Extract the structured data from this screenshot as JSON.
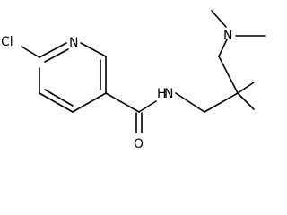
{
  "molecule": {
    "atoms": {
      "cl": "Cl",
      "ring_n": "N",
      "amide_nh": "H",
      "amide_n": "N",
      "amine_n": "N",
      "carbonyl_o": "O"
    }
  },
  "colors": {
    "bond": "#000000",
    "background": "#ffffff"
  }
}
